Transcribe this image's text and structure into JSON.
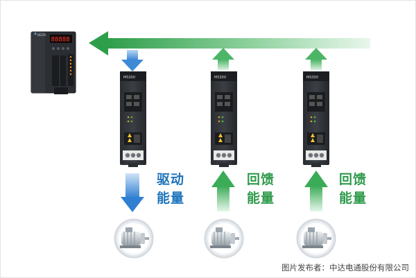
{
  "labels": {
    "drive": {
      "line1": "驱动",
      "line2": "能量",
      "color": "#1f74bb"
    },
    "feedback_1": {
      "line1": "回馈",
      "line2": "能量",
      "color": "#2f9a4b"
    },
    "feedback_2": {
      "line1": "回馈",
      "line2": "能量",
      "color": "#2f9a4b"
    }
  },
  "main_unit": {
    "brand": "DELTA",
    "display_text": "88888"
  },
  "modules": [
    {
      "id": "drive",
      "arrow_direction": "down",
      "arrow_color": "blue"
    },
    {
      "id": "regen-1",
      "arrow_direction": "up",
      "arrow_color": "green"
    },
    {
      "id": "regen-2",
      "arrow_direction": "up",
      "arrow_color": "green"
    }
  ],
  "colors": {
    "blue_arrow": "#3a86d6",
    "green_arrow": "#3fae5a",
    "green_flow": "#2e9e4a"
  },
  "caption": "图片发布者：中达电通股份有限公司"
}
